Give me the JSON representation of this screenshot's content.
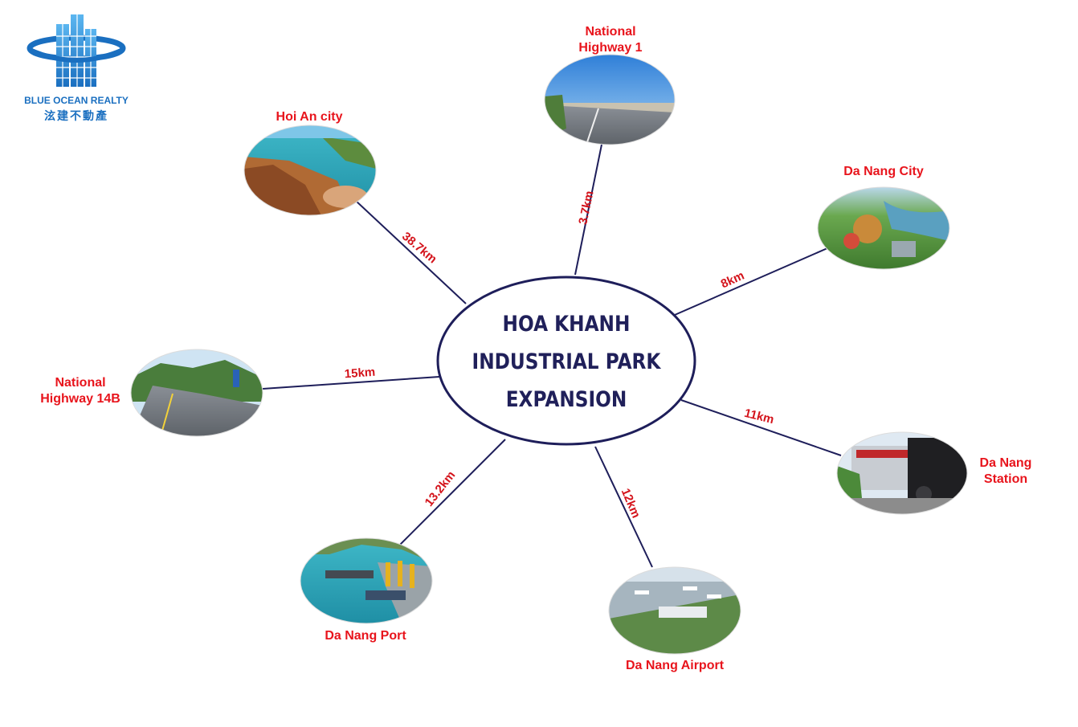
{
  "logo": {
    "name": "BLUE OCEAN REALTY",
    "subtitle": "泫建不動產"
  },
  "center": {
    "lines": [
      "HOA KHANH",
      "INDUSTRIAL PARK",
      "EXPANSION"
    ]
  },
  "destinations": [
    {
      "id": "national-highway-1",
      "label_lines": [
        "National",
        "Highway 1"
      ],
      "distance": "3.7km"
    },
    {
      "id": "hoi-an-city",
      "label_lines": [
        "Hoi An city"
      ],
      "distance": "38.7km"
    },
    {
      "id": "da-nang-city",
      "label_lines": [
        "Da Nang City"
      ],
      "distance": "8km"
    },
    {
      "id": "national-highway-14b",
      "label_lines": [
        "National",
        "Highway 14B"
      ],
      "distance": "15km"
    },
    {
      "id": "da-nang-station",
      "label_lines": [
        "Da Nang",
        "Station"
      ],
      "distance": "11km"
    },
    {
      "id": "da-nang-port",
      "label_lines": [
        "Da Nang Port"
      ],
      "distance": "13.2km"
    },
    {
      "id": "da-nang-airport",
      "label_lines": [
        "Da Nang Airport"
      ],
      "distance": "12km"
    }
  ],
  "colors": {
    "line": "#1e1e5a",
    "label": "#e8141c",
    "center_text": "#20205a",
    "logo": "#1a6fc0"
  }
}
